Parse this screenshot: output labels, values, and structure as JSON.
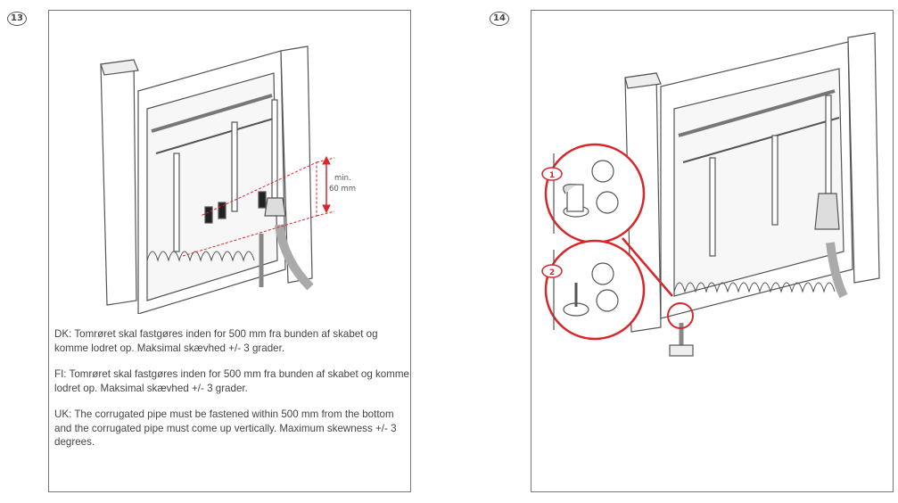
{
  "steps": [
    {
      "number": "13",
      "annotation": {
        "line1": "min.",
        "line2": "60 mm"
      },
      "paragraphs": [
        "DK: Tomrøret skal fastgøres inden for 500 mm fra bunden af skabet og komme lodret op. Maksimal skævhed +/- 3 grader.",
        "FI: Tomrøret skal fastgøres inden for 500 mm fra bunden af skabet og komme lodret op. Maksimal skævhed +/- 3 grader.",
        "UK: The corrugated pipe must be fastened within 500 mm from the bottom and the corrugated pipe must come up vertically. Maximum skewness +/- 3 degrees."
      ]
    },
    {
      "number": "14",
      "callouts": [
        "1",
        "2"
      ]
    }
  ],
  "colors": {
    "accent": "#d9262a",
    "line": "#555555"
  }
}
